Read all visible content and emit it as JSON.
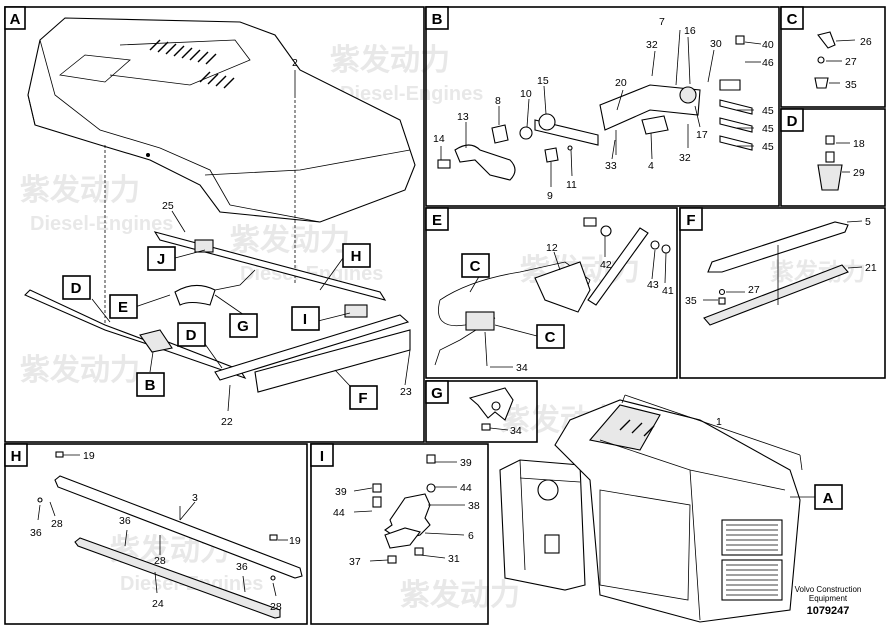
{
  "panels": {
    "A": "A",
    "B": "B",
    "C": "C",
    "D": "D",
    "E": "E",
    "F": "F",
    "G": "G",
    "H": "H",
    "I": "I"
  },
  "callouts": {
    "B": "B",
    "C": "C",
    "D": "D",
    "E": "E",
    "F": "F",
    "G": "G",
    "H": "H",
    "I": "I",
    "J": "J",
    "A": "A"
  },
  "part_numbers": {
    "p1": "1",
    "p2": "2",
    "p3": "3",
    "p4": "4",
    "p5": "5",
    "p6": "6",
    "p7": "7",
    "p8": "8",
    "p9": "9",
    "p10": "10",
    "p11": "11",
    "p12": "12",
    "p13": "13",
    "p14": "14",
    "p15": "15",
    "p16": "16",
    "p17": "17",
    "p18": "18",
    "p19": "19",
    "p20": "20",
    "p21": "21",
    "p22": "22",
    "p23": "23",
    "p24": "24",
    "p25": "25",
    "p26": "26",
    "p27": "27",
    "p28": "28",
    "p29": "29",
    "p30": "30",
    "p31": "31",
    "p32": "32",
    "p33": "33",
    "p34": "34",
    "p35": "35",
    "p36": "36",
    "p37": "37",
    "p38": "38",
    "p39": "39",
    "p40": "40",
    "p41": "41",
    "p42": "42",
    "p43": "43",
    "p44": "44",
    "p45": "45",
    "p46": "46"
  },
  "footer": {
    "credit_line1": "Volvo Construction",
    "credit_line2": "Equipment",
    "doc_number": "1079247"
  },
  "watermark": {
    "cn": "紫发动力",
    "en": "Diesel-Engines"
  }
}
